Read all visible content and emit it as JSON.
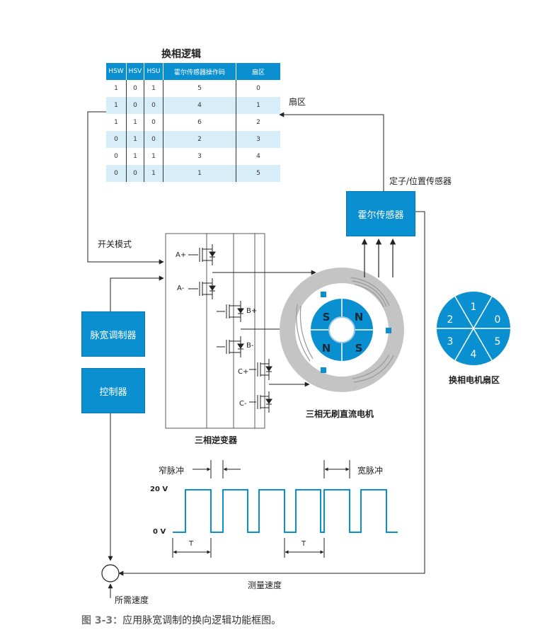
{
  "table": {
    "title": "换相逻辑",
    "headers": [
      "HSW",
      "HSV",
      "HSU",
      "霍尔传感器操作码",
      "扇区"
    ],
    "rows": [
      [
        "1",
        "0",
        "1",
        "5",
        "0"
      ],
      [
        "1",
        "0",
        "0",
        "4",
        "1"
      ],
      [
        "1",
        "1",
        "0",
        "6",
        "2"
      ],
      [
        "0",
        "1",
        "0",
        "2",
        "3"
      ],
      [
        "0",
        "1",
        "1",
        "3",
        "4"
      ],
      [
        "0",
        "0",
        "1",
        "1",
        "5"
      ]
    ]
  },
  "labels": {
    "sector_arrow": "扇区",
    "stator_sensor": "定子/位置传感器",
    "hall_sensor": "霍尔传感器",
    "switch_mode": "开关模式",
    "pwm_modulator": "脉宽调制器",
    "controller": "控制器",
    "inverter": "三相逆变器",
    "motor": "三相无刷直流电机",
    "sector_wheel_title": "换相电机扇区",
    "narrow_pulse": "窄脉冲",
    "wide_pulse": "宽脉冲",
    "v20": "20 V",
    "v0": "0 V",
    "period1": "T",
    "period2": "T",
    "measured_speed": "测量速度",
    "required_speed": "所需速度"
  },
  "phases": {
    "a_plus": "A+",
    "a_minus": "A-",
    "b_plus": "B+",
    "b_minus": "B-",
    "c_plus": "C+",
    "c_minus": "C-"
  },
  "rotor_poles": [
    "S",
    "N",
    "N",
    "S"
  ],
  "sector_wheel": [
    "1",
    "0",
    "5",
    "4",
    "3",
    "2"
  ],
  "caption": {
    "prefix": "图 3-3：",
    "text": "应用脉宽调制的换向逻辑功能框图。"
  },
  "colors": {
    "accent": "#0a8fd0",
    "row_alt": "#d7eef9",
    "stator": "#bfbfbf"
  }
}
